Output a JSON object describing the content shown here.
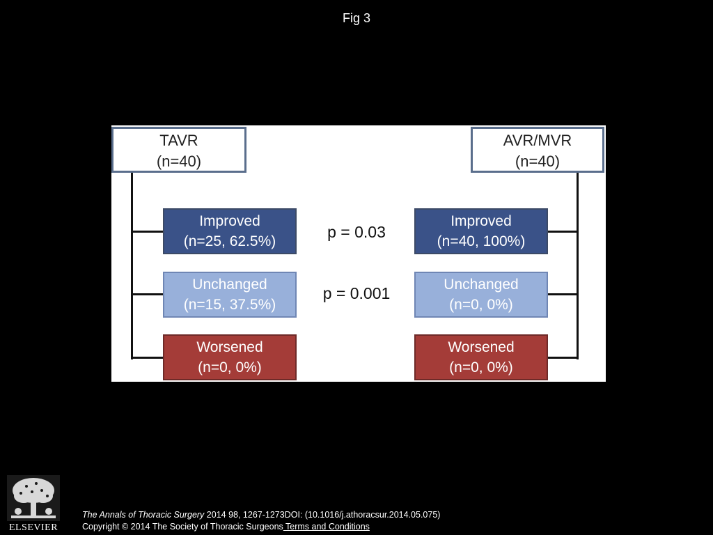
{
  "header": {
    "title": "Fig 3"
  },
  "figure": {
    "left_group": {
      "name": "TAVR",
      "n": "(n=40)"
    },
    "right_group": {
      "name": "AVR/MVR",
      "n": "(n=40)"
    },
    "left_outcomes": [
      {
        "label": "Improved",
        "value": "(n=25, 62.5%)"
      },
      {
        "label": "Unchanged",
        "value": "(n=15, 37.5%)"
      },
      {
        "label": "Worsened",
        "value": "(n=0, 0%)"
      }
    ],
    "right_outcomes": [
      {
        "label": "Improved",
        "value": "(n=40, 100%)"
      },
      {
        "label": "Unchanged",
        "value": "(n=0, 0%)"
      },
      {
        "label": "Worsened",
        "value": "(n=0, 0%)"
      }
    ],
    "p_values": [
      "p = 0.03",
      "p = 0.001"
    ],
    "colors": {
      "improved": "#3a5288",
      "unchanged": "#98b0da",
      "worsened": "#a43c38"
    }
  },
  "footer": {
    "journal": "The Annals of Thoracic Surgery",
    "citation": " 2014 98, 1267-1273DOI: (10.1016/j.athoracsur.2014.05.075)",
    "copyright": "Copyright © 2014 The Society of Thoracic Surgeons",
    "terms_link": " Terms and Conditions"
  },
  "logo": {
    "text": "ELSEVIER",
    "icon": "elsevier-tree-icon"
  }
}
